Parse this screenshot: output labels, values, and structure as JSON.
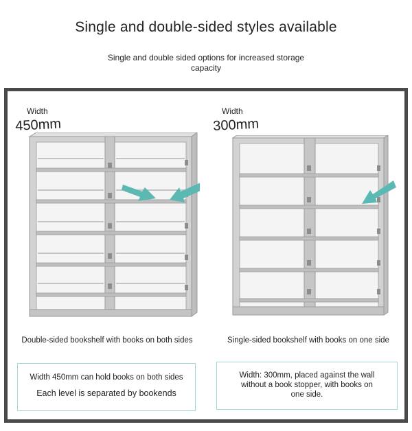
{
  "header": {
    "title": "Single and double-sided styles available",
    "subtitle": "Single and double sided options for increased storage capacity"
  },
  "left_panel": {
    "width_label": "Width",
    "width_value": "450mm",
    "caption": "Double-sided bookshelf with books on both sides",
    "info_line_1": "Width 450mm can hold books on both sides",
    "info_line_2": "Each level is separated by bookends"
  },
  "right_panel": {
    "width_label": "Width",
    "width_value": "300mm",
    "caption": "Single-sided bookshelf with books on one side",
    "info_text": "Width: 300mm, placed against the wall without a book stopper, with books on one side."
  },
  "colors": {
    "frame": "#4a4a4a",
    "shelf_metal": "#c9c9c9",
    "shelf_edge": "#9a9a9a",
    "arrow": "#5cb8b2",
    "info_border": "#9fd8d8"
  }
}
